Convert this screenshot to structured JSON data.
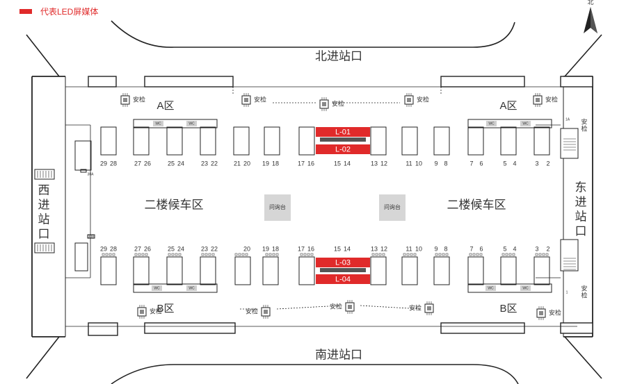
{
  "legend": {
    "led_label": "代表LED屏媒体",
    "led_color": "#e02a2a"
  },
  "compass": {
    "north_label": "北"
  },
  "entrances": {
    "north": "北进站口",
    "south": "南进站口",
    "west": "西进站口",
    "east": "东进站口"
  },
  "halls": {
    "west": "二楼候车区",
    "east": "二楼候车区"
  },
  "zones": {
    "a_west": "A区",
    "a_east": "A区",
    "b_west": "B区",
    "b_east": "B区"
  },
  "info_desks": [
    "问询台",
    "问询台"
  ],
  "security_label": "安检",
  "wc_label": "WC",
  "led_screens": [
    "L-01",
    "L-02",
    "L-03",
    "L-04"
  ],
  "gates_north": [
    "29",
    "28",
    "27",
    "26",
    "25",
    "24",
    "23",
    "22",
    "21",
    "20",
    "19",
    "18",
    "17",
    "16",
    "15",
    "14",
    "13",
    "12",
    "11",
    "10",
    "9",
    "8",
    "7",
    "6",
    "5",
    "4",
    "3",
    "2"
  ],
  "gates_south": [
    "29",
    "28",
    "27",
    "26",
    "25",
    "24",
    "23",
    "22",
    "20",
    "19",
    "18",
    "17",
    "16",
    "15",
    "14",
    "13",
    "12",
    "11",
    "10",
    "9",
    "8",
    "7",
    "6",
    "5",
    "4",
    "3",
    "2"
  ],
  "small_labels": {
    "g30a": "30A",
    "g30b": "30B",
    "g1a": "1A",
    "g1": "1"
  }
}
